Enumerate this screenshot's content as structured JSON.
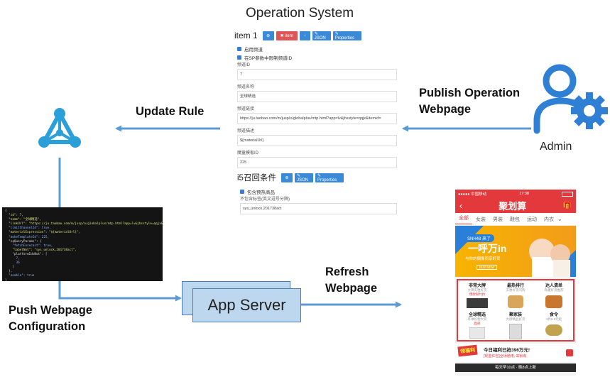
{
  "diagram": {
    "title": "Operation System",
    "labels": {
      "update_rule": "Update Rule",
      "publish_line1": "Publish Operation",
      "publish_line2": "Webpage",
      "admin": "Admin",
      "push_line1": "Push Webpage",
      "push_line2": "Configuration",
      "app_server": "App Server",
      "refresh_line1": "Refresh",
      "refresh_line2": "Webpage"
    },
    "colors": {
      "arrow": "#5b9bd5",
      "admin_icon": "#2f7fd4",
      "server_fill": "#bdd7ee"
    }
  },
  "ops_panel": {
    "item_title": "item 1",
    "buttons": [
      "⊕",
      "✖ item",
      "↓",
      "✎ JSON",
      "✎ Properties"
    ],
    "checkbox1": "启用频道",
    "checkbox2": "在SP参数中限制频道ID",
    "fields": [
      {
        "label": "频道ID",
        "value": "7"
      },
      {
        "label": "频道名称",
        "value": "全球精选"
      },
      {
        "label": "频道链接",
        "value": "https://ju.taobao.com/m/jusp/o/globalplus/mtp.html?app=lv&jhsstyle=qqjx&itemid="
      },
      {
        "label": "频道描述",
        "value": "${materialUrl}"
      },
      {
        "label": "魔童模板ID",
        "value": "225"
      }
    ],
    "section2_title": "i5召回条件",
    "section2_buttons": [
      "⊕",
      "✎ JSON",
      "✎ Properties"
    ],
    "checkbox3": "包含预热商品",
    "field_label3": "不包含标签(英文逗号分隔)",
    "field_value3": "sys_unlock,201738act"
  },
  "code_lines": [
    "{",
    "  \"id\": 7,",
    "  \"name\": \"全球精选\",",
    "  \"linkUrl\": \"https://ju.taobao.com/m/jusp/o/globalplus/mtp.html?app=lv&jhsstyle=qqjx&itemid=\",",
    "  \"limitChannelId\": true,",
    "  \"materialExpression\": \"${materialUrl}\",",
    "  \"moheTemplateId\": 225,",
    "  \"sqQueryParams\": {",
    "    \"fetchForecast\": true,",
    "    \"labelNot\": \"sys_unlock,201738act\",",
    "    \"platformIdsNot\": [",
    "      7,",
    "      36",
    "    ]",
    "  },",
    "  \"enable\": true",
    "}"
  ],
  "phone": {
    "status_left": "●●●●● 中国移动",
    "status_time": "17:38",
    "title": "聚划算",
    "tabs": [
      "全部",
      "女装",
      "男装",
      "鞋包",
      "运动",
      "内衣"
    ],
    "banner_main": "SNH48 来了",
    "banner_big": "一呼万in",
    "banner_sub": "与你的偶像同享好货",
    "banner_btn": "BUY NOW",
    "grid": [
      {
        "title": "非常大牌",
        "sub": "大牌实惠好货",
        "tag": "爆款限时抢"
      },
      {
        "title": "最热排行",
        "sub": "实惠好货闪购",
        "tag": ""
      },
      {
        "title": "达人清单",
        "sub": "有趣好货推荐",
        "tag": ""
      },
      {
        "title": "全球精选",
        "sub": "环球好物大赏",
        "tag": "直邮"
      },
      {
        "title": "聚家装",
        "sub": "大牌精品好货",
        "tag": ""
      },
      {
        "title": "食令",
        "sub": "3件8.9元起",
        "tag": ""
      }
    ],
    "welfare_badge": "领福利",
    "welfare_title": "今日福利已抢396万元!",
    "welfare_sub": "[现金红包]全场通用, 来就有",
    "footer": "每天早10点 · 晚8点上新"
  }
}
